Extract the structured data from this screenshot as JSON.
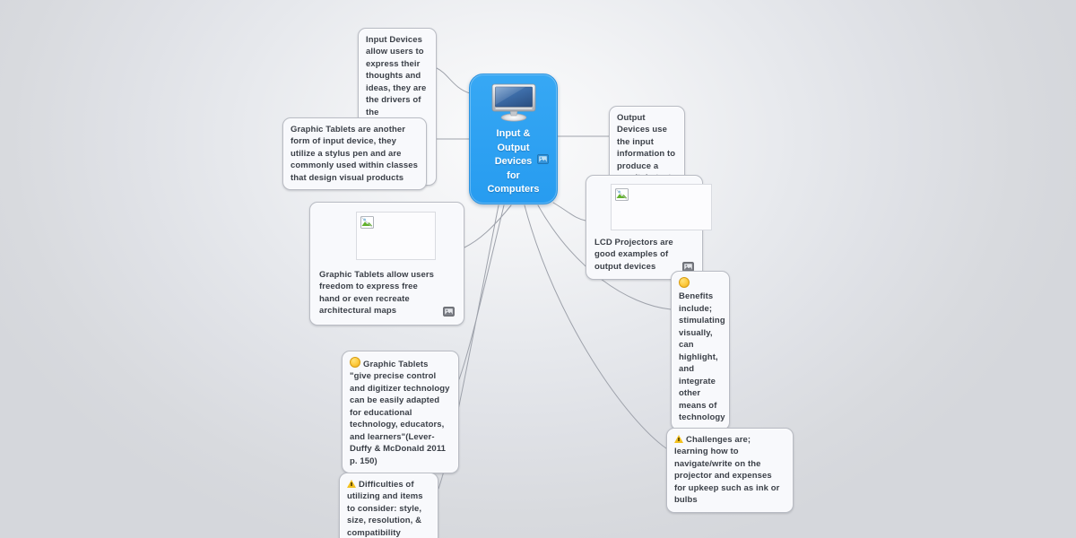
{
  "mindmap": {
    "title": "Input & Output Devices for Computers",
    "central": {
      "label": "Input &\nOutput\nDevices\nfor\nComputers",
      "icon": "computer-monitor-icon",
      "badge_icon": "picture-badge-icon",
      "color": "#2fa2f2",
      "text_color": "#ffffff"
    },
    "background": {
      "center_color": "#fbfbfc",
      "edge_color": "#d5d7dc"
    },
    "connector_color": "#9ea2ab",
    "nodes": [
      {
        "id": "input-devices",
        "text": "Input Devices allow users to express their thoughts and ideas, they are the drivers of the information and use tools such as a keyboard or mouse"
      },
      {
        "id": "graphic-tablets",
        "text": "Graphic Tablets are another form of input device, they utilize a stylus pen and are commonly used within classes that design visual products"
      },
      {
        "id": "output-devices",
        "text": "Output Devices use the input information to produce a result, in text, image,design,audioor visual end product"
      },
      {
        "id": "lcd-projectors",
        "text": "LCD Projectors are good examples of output devices",
        "icon": "broken-image-icon",
        "badge_icon": "picture-badge-icon"
      },
      {
        "id": "tablet-image",
        "text": "Graphic Tablets allow users freedom to express free hand or even recreate architectural maps",
        "icon": "broken-image-icon",
        "badge_icon": "picture-badge-icon"
      },
      {
        "id": "benefits",
        "icon": "smiley-icon",
        "text": "Benefits include; stimulating visually, can highlight, and integrate other means of technology"
      },
      {
        "id": "graphic-tablets-quote",
        "icon": "smiley-icon",
        "text": "Graphic Tablets \"give precise control and digitizer technology can be easily adapted for educational technology, educators, and learners\"(Lever-Duffy & McDonald 2011 p. 150)"
      },
      {
        "id": "challenges",
        "icon": "warning-icon",
        "text": "Challenges are; learning how to navigate/write on the projector and expenses for upkeep such as ink or bulbs"
      },
      {
        "id": "difficulties",
        "icon": "warning-icon",
        "text": "Difficulties of utilizing and items to consider: style, size, resolution,  & compatibility"
      }
    ]
  }
}
